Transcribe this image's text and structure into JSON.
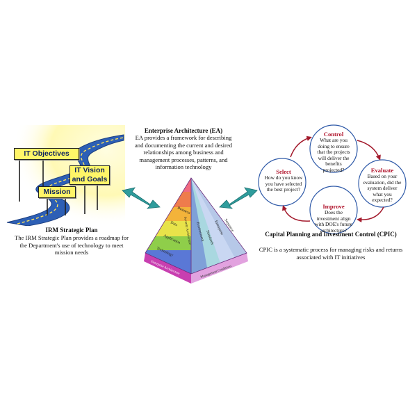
{
  "irm": {
    "title": "IRM Strategic Plan",
    "description": "The IRM Strategic Plan provides a roadmap for the Department's use of technology to meet mission needs",
    "signs": [
      "IT Objectives",
      "IT Vision and Goals",
      "Mission"
    ]
  },
  "ea": {
    "title": "Enterprise Architecture (EA)",
    "description": "EA provides a framework for describing and documenting the current and desired relationships among business and management processes, patterns, and information technology",
    "pyramid_labels": {
      "left_face": [
        "Business",
        "Data",
        "Application",
        "Technology",
        "Security Architecture"
      ],
      "right_face": [
        "Environment",
        "Standards",
        "Enterprise",
        "Sequence"
      ],
      "base": [
        "Enterprise Architecture",
        "Management Conditions"
      ]
    }
  },
  "cpic": {
    "title": "Capital Planning and Investment Control (CPIC)",
    "description": "CPIC is a systematic process for managing risks and returns associated with IT initiatives",
    "cycle": [
      {
        "heading": "Control",
        "text": "What are you doing to ensure that the projects will deliver the benefits projected?"
      },
      {
        "heading": "Evaluate",
        "text": "Based on your evaluation, did the system deliver what you expected?"
      },
      {
        "heading": "Improve",
        "text": "Does the investment align with DOE's future architecture?"
      },
      {
        "heading": "Select",
        "text": "How do you know you have selected the best project?"
      }
    ]
  },
  "colors": {
    "arrow": "#2f9c9c",
    "cycle_arrow": "#a31a2c",
    "road": "#2d5fb5",
    "sign": "#fff568"
  }
}
